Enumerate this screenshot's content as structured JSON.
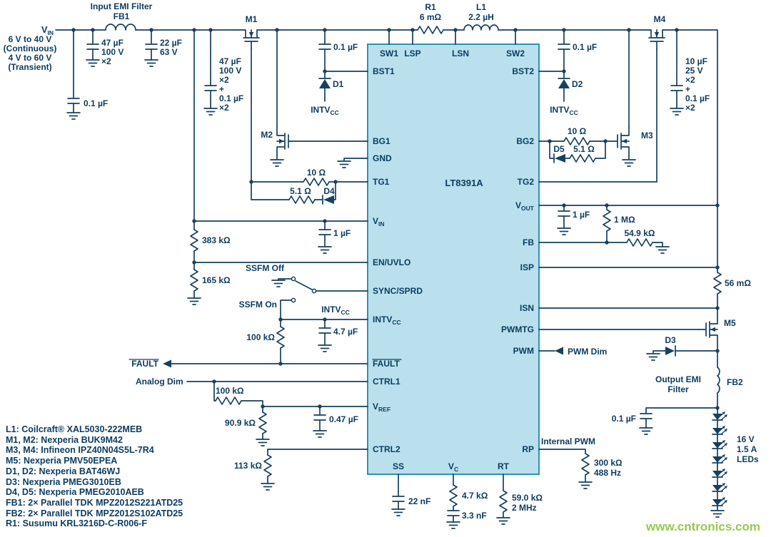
{
  "colors": {
    "line": "#16415f",
    "text": "#0d3d61",
    "ic_fill": "#b9e0ec",
    "ic_stroke": "#2f93b0",
    "watermark_green": "#8dc63f"
  },
  "ic": {
    "name": "LT8391A",
    "pins_top": [
      "SW1",
      "LSP",
      "LSN",
      "SW2"
    ],
    "bst1": "BST1",
    "bg1": "BG1",
    "gnd": "GND",
    "tg1": "TG1",
    "v": "V",
    "vin_sub": "IN",
    "en_uvlo": "EN/UVLO",
    "sync_sprd": "SYNC/SPRD",
    "intvcc_main": "INTV",
    "intvcc_sub": "CC",
    "fault": "FAULT",
    "ctrl1": "CTRL1",
    "vref_sub": "REF",
    "ctrl2": "CTRL2",
    "bst2": "BST2",
    "bg2": "BG2",
    "tg2": "TG2",
    "vout_sub": "OUT",
    "fb": "FB",
    "isp": "ISP",
    "isn": "ISN",
    "pwmtg": "PWMTG",
    "pwm": "PWM",
    "rp": "RP",
    "ss": "SS",
    "vc_sub": "C",
    "rt": "RT"
  },
  "source": {
    "v": "V",
    "sub": "IN",
    "lines": [
      "6 V to 40 V",
      "(Continuous)",
      "4 V to 60 V",
      "(Transient)"
    ]
  },
  "labels": {
    "input_emi_filter": "Input EMI Filter",
    "fb1": "FB1",
    "cap_input_hf": "0.1 µF",
    "cap_bulk": [
      "47 µF",
      "100 V",
      "×2"
    ],
    "cap_input2": [
      "22 µF",
      "63 V"
    ],
    "bank_left": [
      "47 µF",
      "100 V",
      "×2",
      "+",
      "0.1 µF",
      "×2"
    ],
    "bank_right": [
      "10 µF",
      "25 V",
      "×2",
      "+",
      "0.1 µF",
      "×2"
    ],
    "m1": "M1",
    "m2": "M2",
    "m3": "M3",
    "m4": "M4",
    "m5": "M5",
    "d1": "D1",
    "d2": "D2",
    "d3": "D3",
    "d4": "D4",
    "d5": "D5",
    "cap_bst1": "0.1 µF",
    "cap_bst2": "0.1 µF",
    "intvcc_main": "INTV",
    "intvcc_sub": "CC",
    "r10_left": "10 Ω",
    "r51_left": "5.1 Ω",
    "r10_right": "10 Ω",
    "r51_right": "5.1 Ω",
    "r383": "383 kΩ",
    "r165": "165 kΩ",
    "cap_vinpin": "1 µF",
    "ssfm_off": "SSFM Off",
    "ssfm_on": "SSFM On",
    "r100k_pullup": "100 kΩ",
    "cap_intvcc": "4.7 µF",
    "fault_net": "FAULT",
    "analog_dim": "Analog Dim",
    "r100k_ctrl": "100 kΩ",
    "r909": "90.9 kΩ",
    "cap_vref": "0.47 µF",
    "r113": "113 kΩ",
    "r1": "R1",
    "r1_val": "6 mΩ",
    "l1": "L1",
    "l1_val": "2.2 µH",
    "cap_vout": "1 µF",
    "r1m": "1 MΩ",
    "r549": "54.9 kΩ",
    "r56m": "56 mΩ",
    "output_emi": [
      "Output EMI",
      "Filter"
    ],
    "fb2": "FB2",
    "pwm_dim": "PWM Dim",
    "internal_pwm": "Internal PWM",
    "r300": [
      "300 kΩ",
      "488 Hz"
    ],
    "cap_out": "0.1 µF",
    "led": [
      "16 V",
      "1.5 A",
      "LEDs"
    ],
    "cap_ss": "22 nF",
    "r47k": "4.7 kΩ",
    "cap_vc": "3.3 nF",
    "r59": [
      "59.0 kΩ",
      "2 MHz"
    ]
  },
  "bom": {
    "lines": [
      "L1: Coilcraft® XAL5030-222MEB",
      "M1, M2: Nexperia BUK9M42",
      "M3, M4: Infineon IPZ40N04S5L-7R4",
      "M5: Nexperia PMV50EPEA",
      "D1, D2: Nexperia BAT46WJ",
      "D3: Nexperia PMEG3010EB",
      "D4, D5: Nexperia PMEG2010AEB",
      "FB1: 2× Parallel TDK MPZ2012S221ATD25",
      "FB2: 2× Parallel TDK MPZ2012S102ATD25",
      "R1: Susumu KRL3216D-C-R006-F"
    ]
  },
  "watermark": "www.cntronics.com"
}
